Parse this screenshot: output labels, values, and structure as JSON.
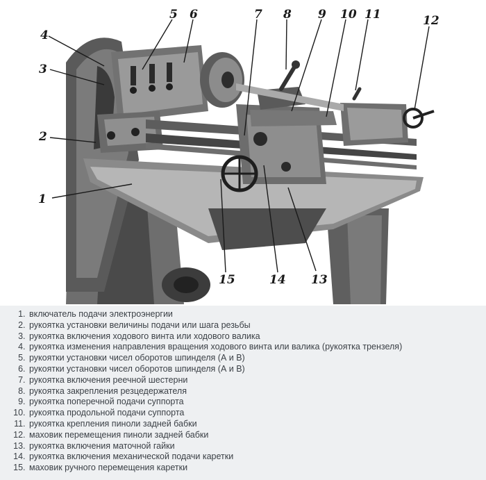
{
  "callouts": [
    "1",
    "2",
    "3",
    "4",
    "5",
    "6",
    "7",
    "8",
    "9",
    "10",
    "11",
    "12",
    "13",
    "14",
    "15"
  ],
  "legend": [
    "включатель подачи электроэнергии",
    "рукоятка установки величины подачи или шага резьбы",
    "рукоятка включения ходового винта или ходового валика",
    "рукоятка изменения направления вращения ходового винта или валика (рукоятка трензеля)",
    "рукоятки установки чисел оборотов шпинделя (А и В)",
    "рукоятки установки чисел оборотов шпинделя (А и В)",
    "рукоятка включения реечной шестерни",
    "рукоятка закрепления резцедержателя",
    "рукоятка поперечной подачи суппорта",
    "рукоятка продольной подачи суппорта",
    "рукоятка крепления пиноли задней бабки",
    "маховик перемещения пиноли задней бабки",
    "рукоятка включения маточной гайки",
    "рукоятка включения механической подачи каретки",
    "маховик ручного перемещения каретки"
  ]
}
